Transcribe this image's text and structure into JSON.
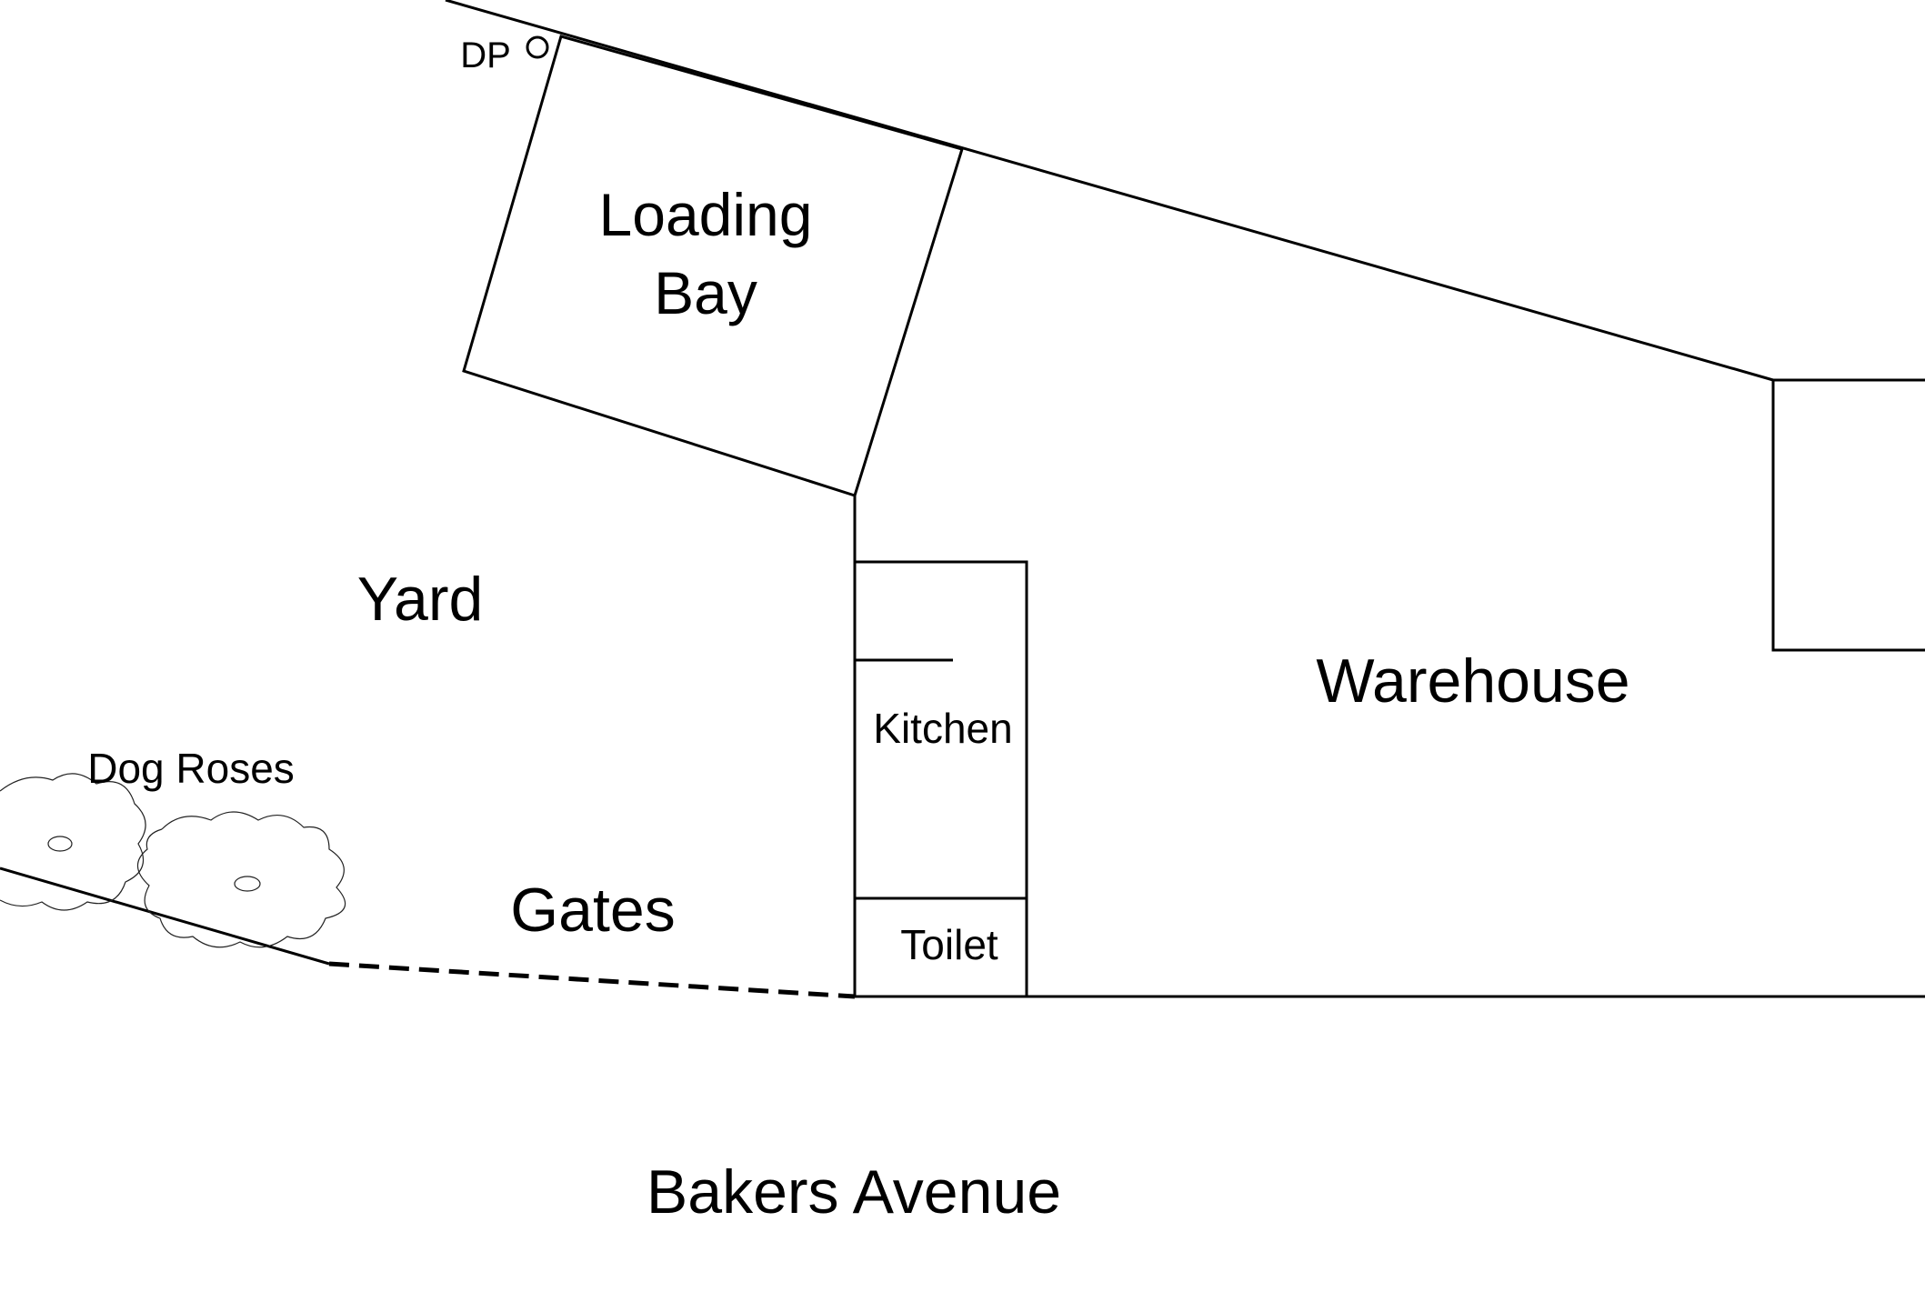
{
  "plan": {
    "labels": {
      "loading_bay_line1": "Loading",
      "loading_bay_line2": "Bay",
      "dp": "DP",
      "yard": "Yard",
      "warehouse": "Warehouse",
      "kitchen": "Kitchen",
      "toilet": "Toilet",
      "dog_roses": "Dog Roses",
      "gates": "Gates",
      "street": "Bakers Avenue"
    },
    "symbols": {
      "downpipe": "circle-symbol",
      "shrubs": "rose-bush-symbol"
    }
  }
}
